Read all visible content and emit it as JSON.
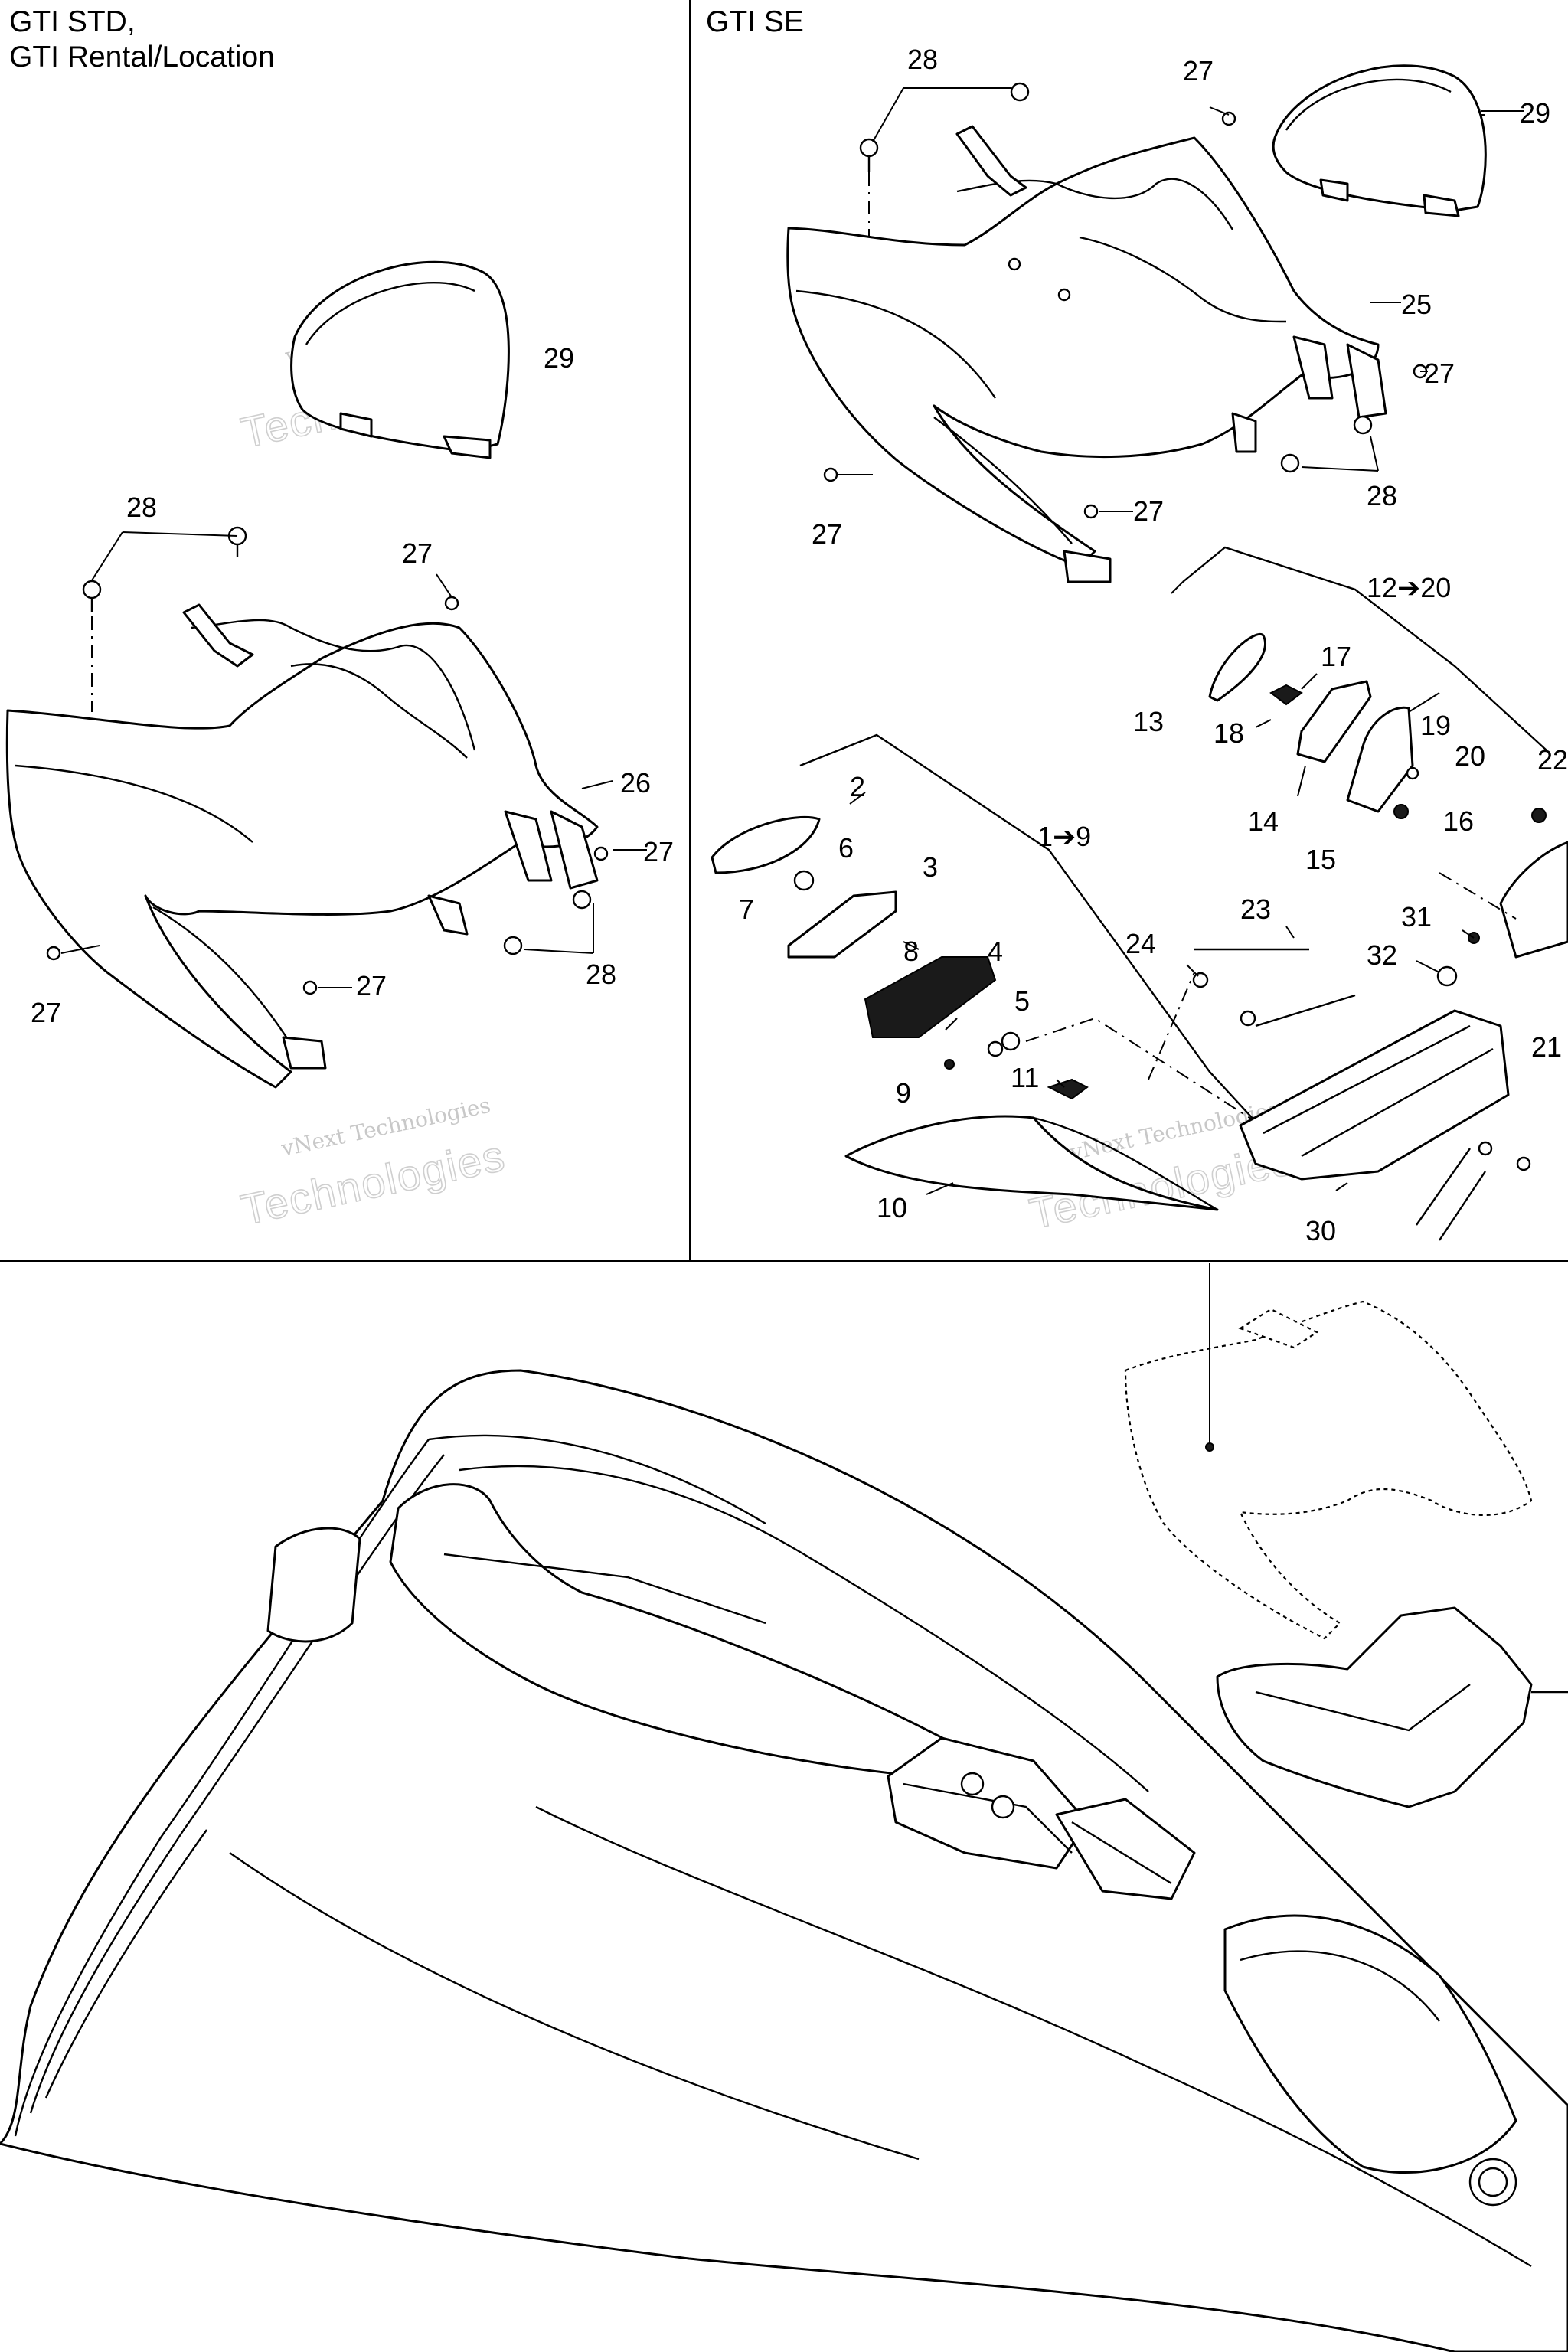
{
  "panels": {
    "left_title": "GTI STD,\nGTI Rental/Location",
    "right_title": "GTI SE"
  },
  "watermark": {
    "line1": "vNext Technologies",
    "line2": "Technologies",
    "line3": "vNext"
  },
  "callouts": {
    "c29_left": "29",
    "c28_left": "28",
    "c27_left_top": "27",
    "c26": "26",
    "c27_left_right": "27",
    "c27_left_bottom": "27",
    "c27_left_front": "27",
    "c28_left_bottom": "28",
    "c28_right_top": "28",
    "c27_right_top": "27",
    "c29_right": "29",
    "c25": "25",
    "c27_right_side": "27",
    "c28_right_bottom": "28",
    "c27_right_left": "27",
    "c27_right_front": "27",
    "c12_20": "12➔20",
    "c13": "13",
    "c17": "17",
    "c18": "18",
    "c19": "19",
    "c20": "20",
    "c14": "14",
    "c16": "16",
    "c15": "15",
    "c22": "22",
    "c2": "2",
    "c6": "6",
    "c3": "3",
    "c1_9": "1➔9",
    "c7": "7",
    "c8": "8",
    "c4": "4",
    "c5": "5",
    "c9": "9",
    "c11": "11",
    "c10": "10",
    "c23": "23",
    "c24": "24",
    "c31": "31",
    "c32": "32",
    "c21": "21",
    "c30": "30"
  },
  "colors": {
    "line": "#000000",
    "background": "#ffffff",
    "watermark": "#c8c8c8"
  }
}
